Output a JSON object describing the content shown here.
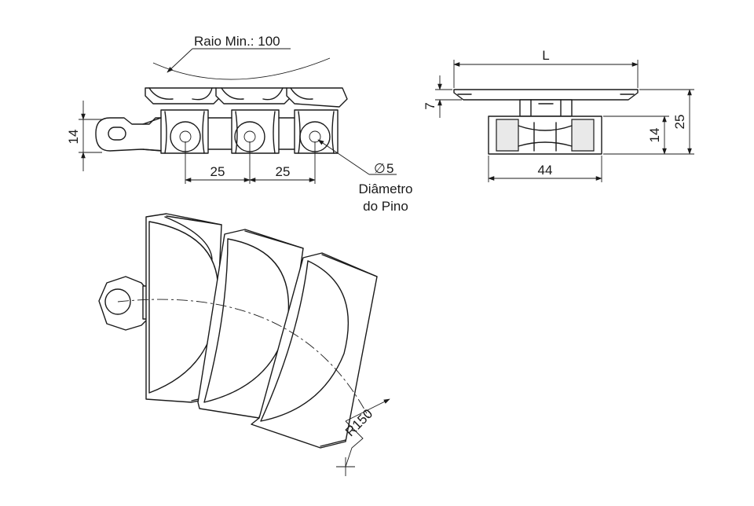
{
  "labels": {
    "min_radius": "Raio Min.: 100",
    "pitch_1": "25",
    "pitch_2": "25",
    "height_side": "14",
    "pin_diameter_symbol": "∅",
    "pin_diameter_value": "5",
    "pin_caption_line1": "Diâmetro",
    "pin_caption_line2": "do Pino",
    "width_L": "L",
    "plate_thickness": "7",
    "total_height": "25",
    "height_end": "14",
    "base_width": "44",
    "turn_radius": "R150"
  }
}
